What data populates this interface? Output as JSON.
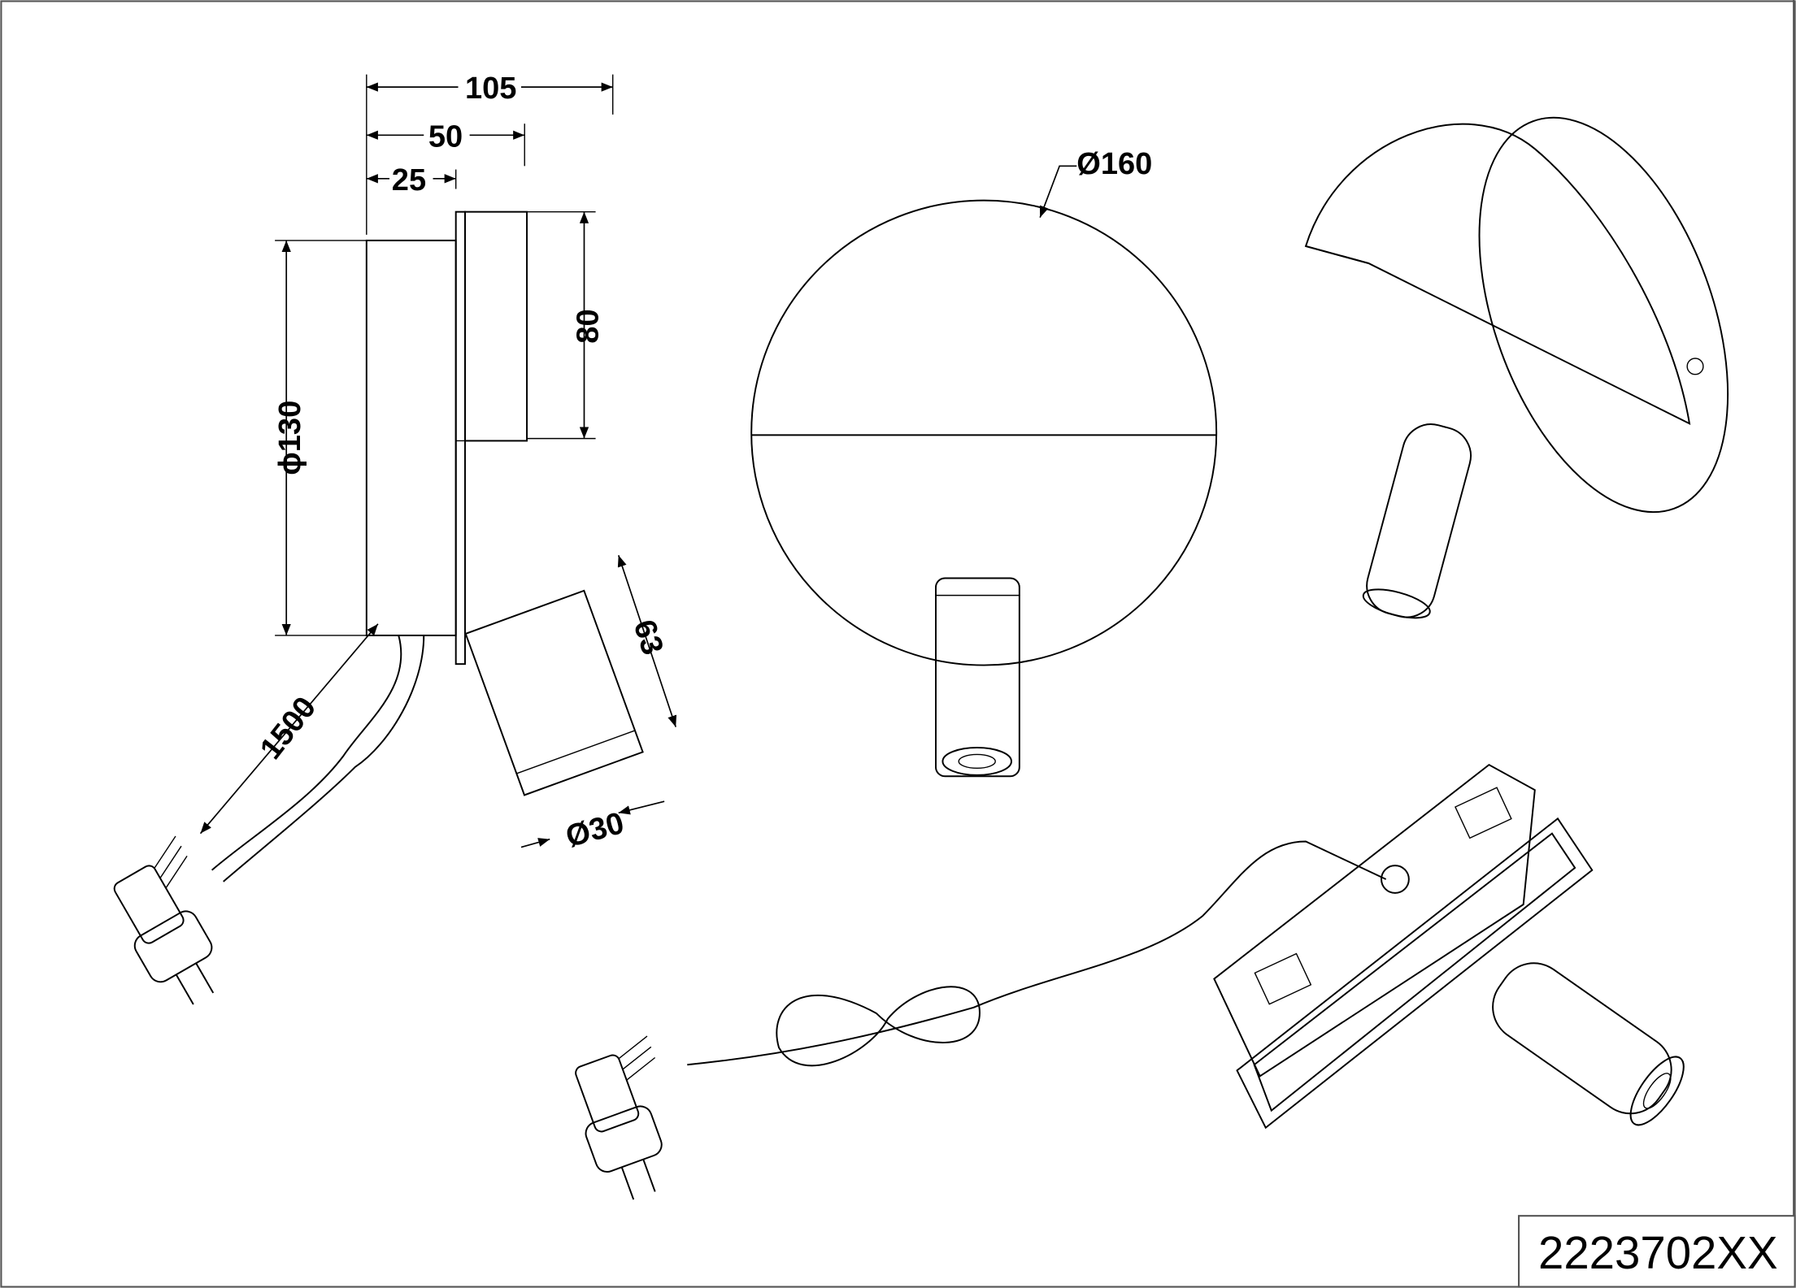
{
  "drawing": {
    "dimensions": {
      "width_total": "105",
      "width_mid": "50",
      "width_plate": "25",
      "height_plate": "80",
      "diameter_back": "ϕ130",
      "spot_length": "63",
      "spot_diameter": "Ø30",
      "cable_length": "1500",
      "diameter_front": "Ø160"
    },
    "article_number": "2223702XX"
  }
}
